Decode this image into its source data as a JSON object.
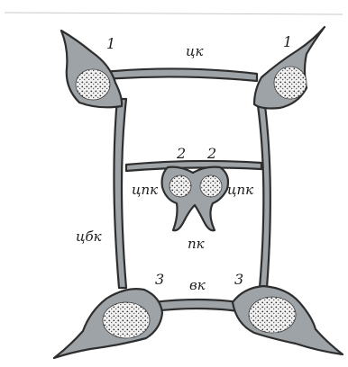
{
  "labels": {
    "top_canal": "цк",
    "upper_lateral_canal": "цпк",
    "lateral_canal": "цбк",
    "central_canal": "пк",
    "lower_canal": "вк",
    "n1": "1",
    "n2": "2",
    "n3": "3"
  },
  "colors": {
    "tissue": "#9ea3a7",
    "outline": "#2e2e2e",
    "background": "#ffffff"
  }
}
